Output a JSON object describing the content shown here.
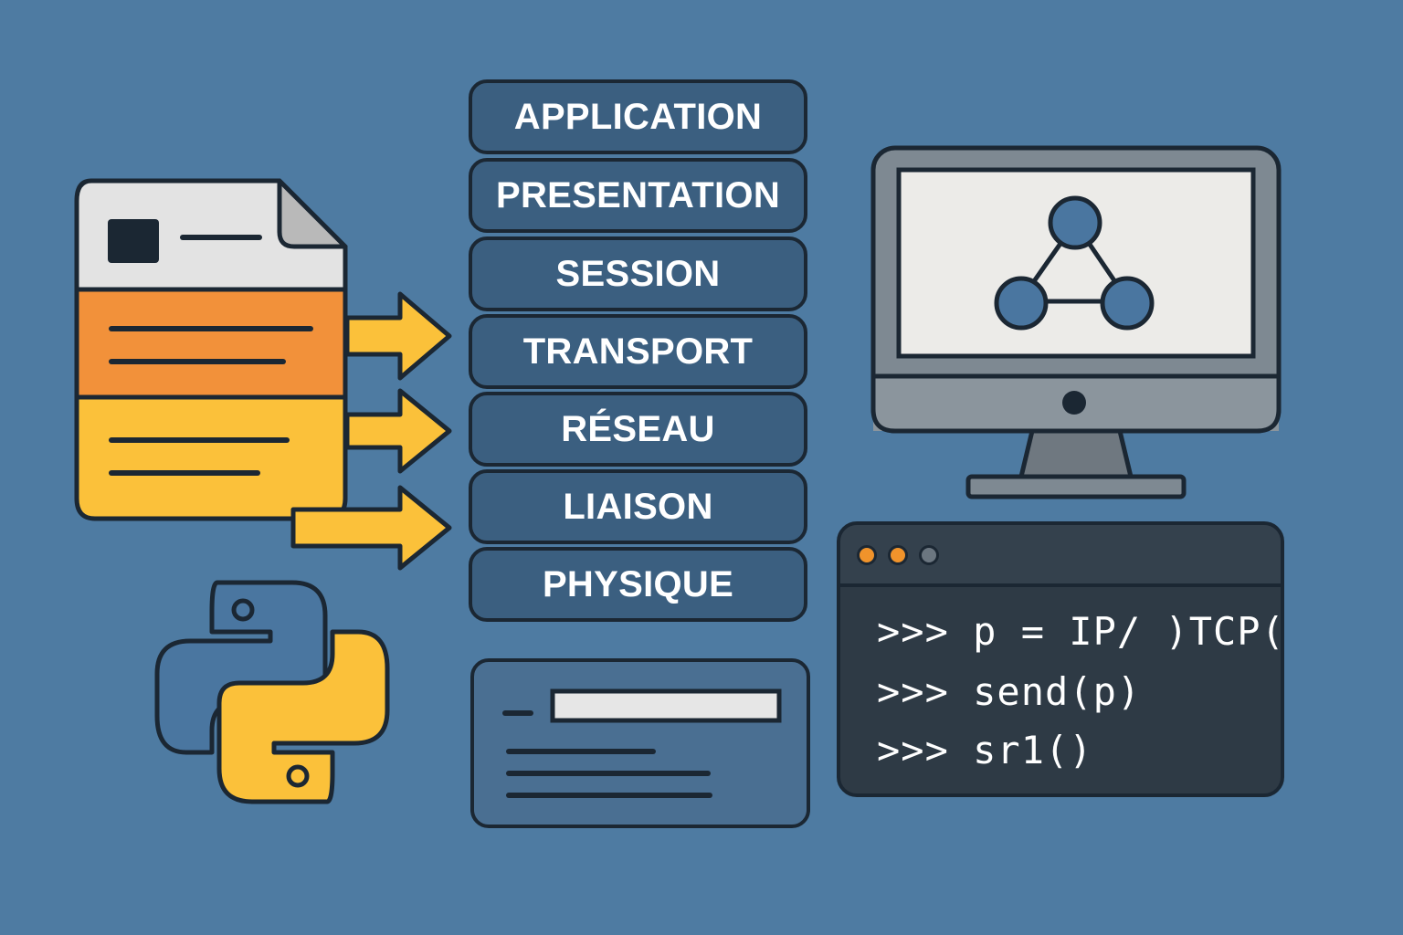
{
  "osi_layers": [
    {
      "label": "APPLICATION"
    },
    {
      "label": "PRESENTATION"
    },
    {
      "label": "SESSION"
    },
    {
      "label": "TRANSPORT"
    },
    {
      "label": "RÉSEAU"
    },
    {
      "label": "LIAISON"
    },
    {
      "label": "PHYSIQUE"
    }
  ],
  "terminal": {
    "lines": [
      ">>> p = IP/ )TCP()",
      ">>> send(p)",
      ">>> sr1()"
    ],
    "dot_colors": [
      "#f0932b",
      "#f0932b",
      "#6b7680"
    ]
  },
  "icons": {
    "document": "packet-document-icon",
    "arrows": "yellow-arrow-icon",
    "python": "python-logo-icon",
    "monitor": "computer-monitor-icon",
    "network": "network-triangle-icon",
    "form": "form-card-icon"
  },
  "colors": {
    "background": "#4e7ba2",
    "layer_fill": "#3b5f80",
    "outline": "#1b2733",
    "orange": "#f2913a",
    "yellow": "#fbc13a",
    "python_blue": "#4a76a0",
    "terminal": "#2e3a45"
  }
}
